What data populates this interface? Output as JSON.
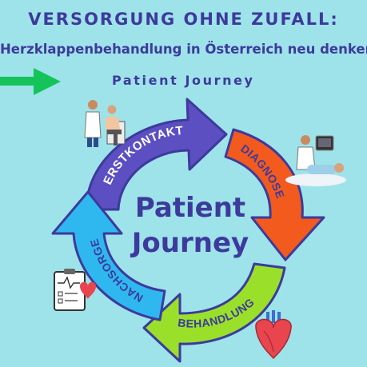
{
  "header": {
    "title": "VERSORGUNG OHNE ZUFALL:",
    "subtitle": "Herzklappenbehandlung in Österreich neu denken",
    "tagline": "Patient Journey"
  },
  "cycle": {
    "center_line1": "Patient",
    "center_line2": "Journey",
    "steps": [
      {
        "label": "ERSTKONTAKT",
        "color": "#5c4fc2"
      },
      {
        "label": "DIAGNOSE",
        "color": "#f25a1e"
      },
      {
        "label": "BEHANDLUNG",
        "color": "#9ae02b"
      },
      {
        "label": "NACHSORGE",
        "color": "#2fb8ef"
      }
    ]
  },
  "icons": [
    "doctor-patient-icon",
    "ultrasound-doctor-icon",
    "heart-organ-icon",
    "medical-report-icon",
    "green-arrow-icon"
  ],
  "colors": {
    "background": "#9ee3ea",
    "text": "#3d3a9c",
    "outline": "#3d3a9c",
    "arrow_green": "#14c45a"
  }
}
